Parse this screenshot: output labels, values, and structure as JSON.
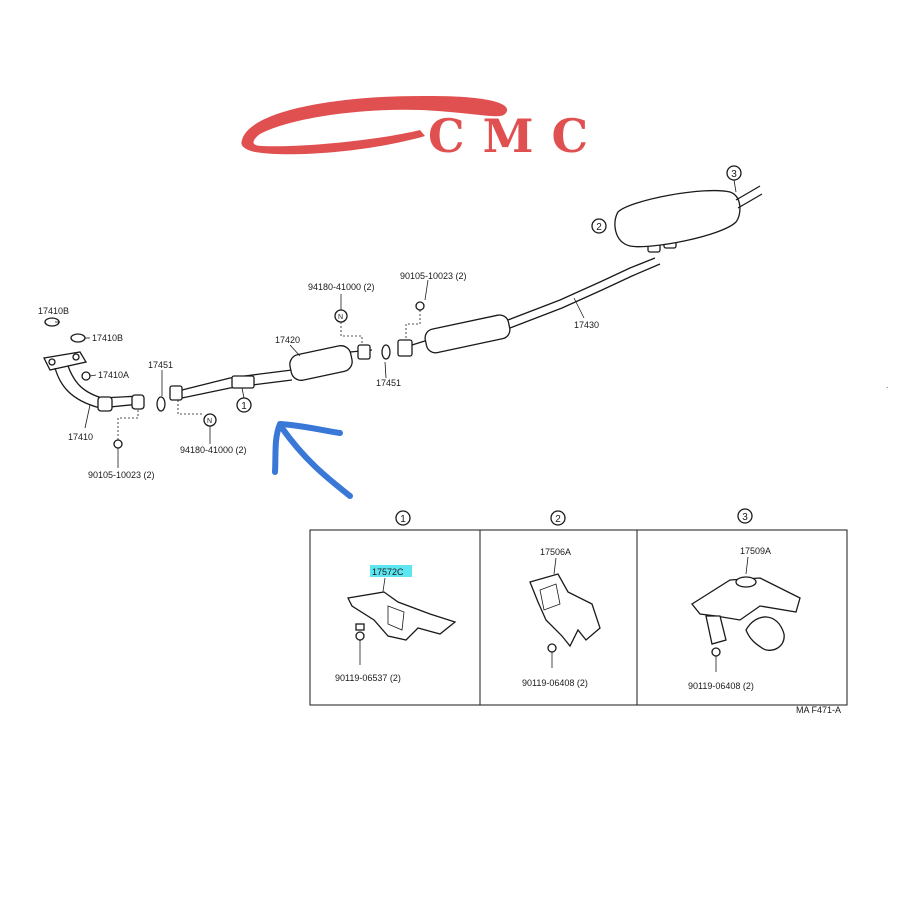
{
  "logo": {
    "text": "CMC",
    "color": "#e05050"
  },
  "parts": {
    "p17410B_top": "17410B",
    "p17410B_side": "17410B",
    "p17410A": "17410A",
    "p17410": "17410",
    "p17451_left": "17451",
    "p17451_right": "17451",
    "p17420": "17420",
    "p17430": "17430",
    "bolt_left": "90105-10023 (2)",
    "bolt_right": "90105-10023 (2)",
    "nut_upper": "94180-41000 (2)",
    "nut_lower": "94180-41000 (2)",
    "nut_symbol": "N"
  },
  "callouts": {
    "one": "1",
    "two": "2",
    "three": "3"
  },
  "detail_panels": [
    {
      "number": "1",
      "part": "17572C",
      "bolt": "90119-06537 (2)",
      "highlight": "#5ee6f0"
    },
    {
      "number": "2",
      "part": "17506A",
      "bolt": "90119-06408 (2)"
    },
    {
      "number": "3",
      "part": "17509A",
      "bolt": "90119-06408 (2)"
    }
  ],
  "figure_code": "MA F471-A",
  "annotation": {
    "color": "#3a78d8"
  }
}
